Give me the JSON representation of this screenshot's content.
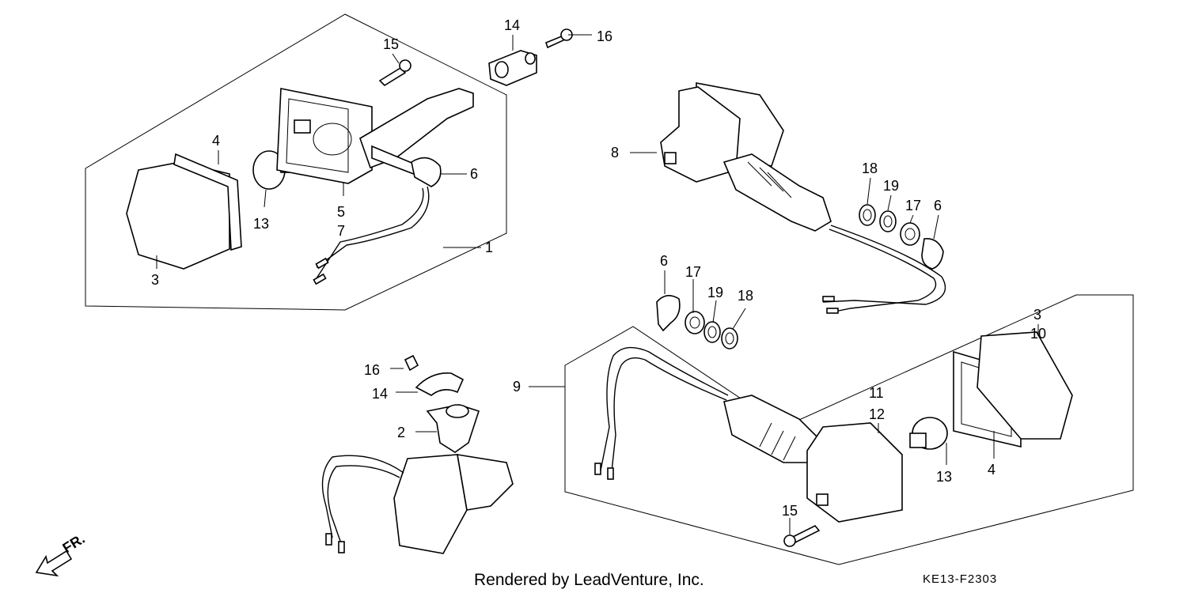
{
  "callouts": {
    "c1": "1",
    "c2": "2",
    "c3a": "3",
    "c3b": "3",
    "c4a": "4",
    "c4b": "4",
    "c5": "5",
    "c6a": "6",
    "c6b": "6",
    "c6c": "6",
    "c7": "7",
    "c8": "8",
    "c9": "9",
    "c10": "10",
    "c11": "11",
    "c12": "12",
    "c13a": "13",
    "c13b": "13",
    "c14a": "14",
    "c14b": "14",
    "c15a": "15",
    "c15b": "15",
    "c16a": "16",
    "c16b": "16",
    "c17a": "17",
    "c17b": "17",
    "c18a": "18",
    "c18b": "18",
    "c19a": "19",
    "c19b": "19"
  },
  "direction_label": "FR.",
  "footer": {
    "rendered_by": "Rendered by LeadVenture, Inc.",
    "diagram_code": "KE13-F2303"
  }
}
